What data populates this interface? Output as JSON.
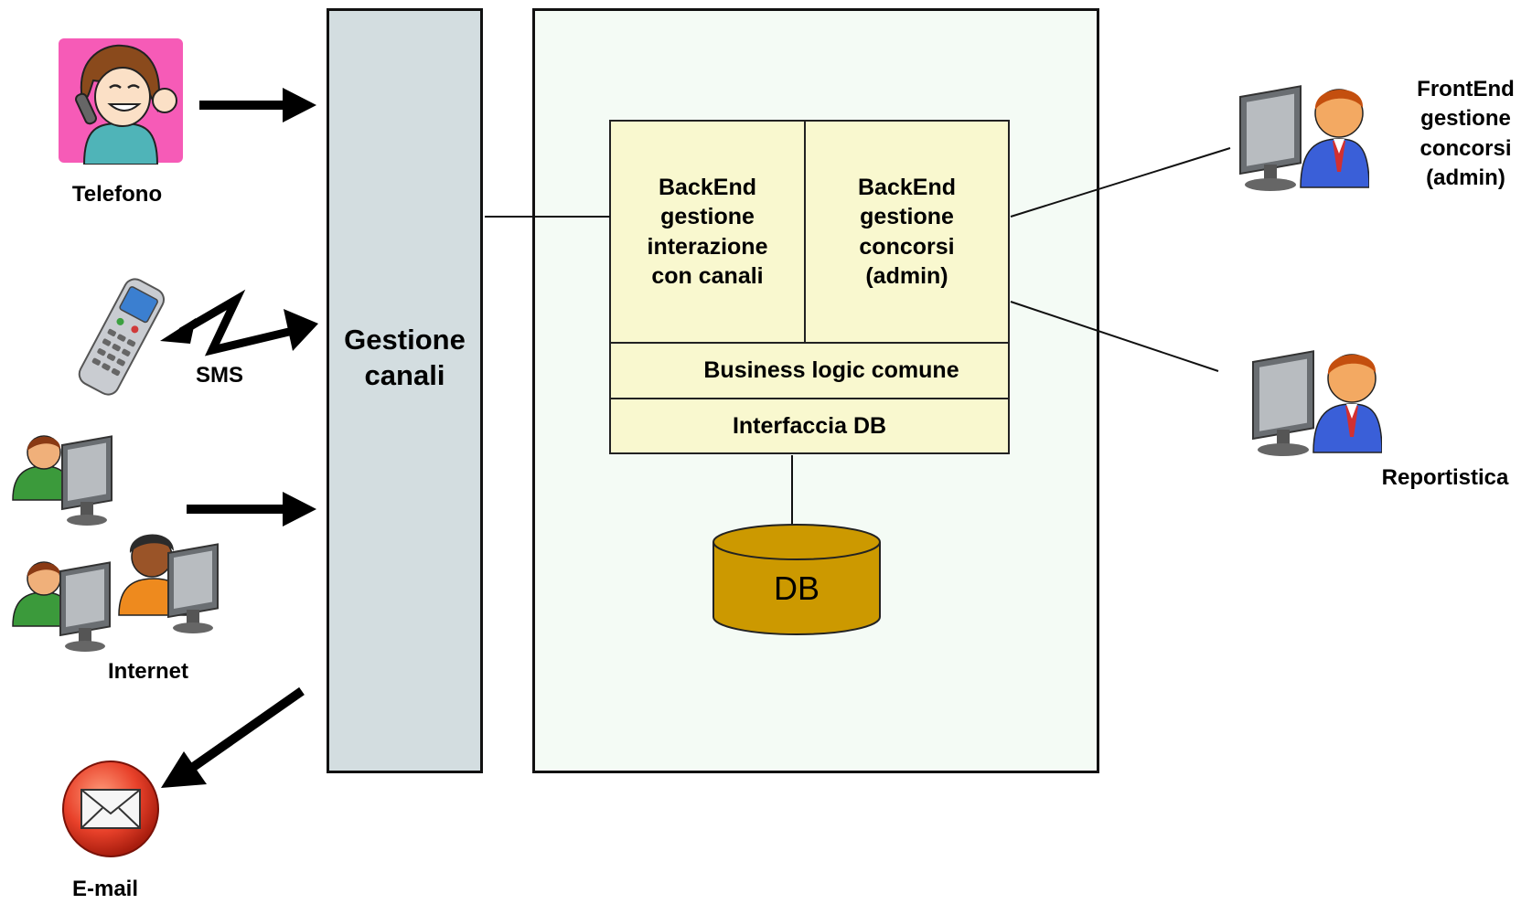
{
  "channels": {
    "panel_label": "Gestione\ncanali",
    "telefono": "Telefono",
    "sms": "SMS",
    "internet": "Internet",
    "email": "E-mail"
  },
  "system": {
    "backend_channels": "BackEnd\ngestione\ninterazione\ncon canali",
    "backend_admin": "BackEnd\ngestione\nconcorsi\n(admin)",
    "business_logic": "Business logic comune",
    "db_interface": "Interfaccia DB",
    "db": "DB"
  },
  "users": {
    "frontend": "FrontEnd\ngestione\nconcorsi\n(admin)",
    "reports": "Reportistica"
  },
  "colors": {
    "channels_panel": "#d3dde0",
    "system_panel": "#f4fbf5",
    "module": "#f9f8cf",
    "db": "#cc9900"
  },
  "icons": {
    "telefono": "woman-on-phone-icon",
    "sms": "mobile-phone-icon",
    "internet": "users-at-computers-icon",
    "email": "envelope-icon",
    "frontend": "admin-user-icon",
    "reports": "report-user-icon"
  }
}
